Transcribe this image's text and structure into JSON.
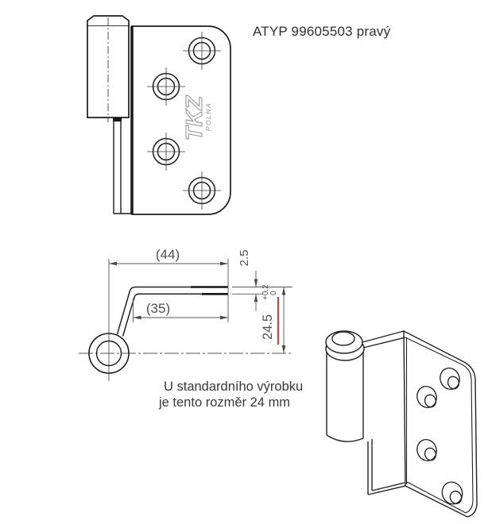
{
  "drawing": {
    "title": "ATYP 99605503 pravý",
    "note_line1": "U standardního výrobku",
    "note_line2": "je tento rozměr 24 mm",
    "logo": {
      "brand": "TKZ",
      "sub": "POLNA"
    },
    "dims": {
      "overall": "(44)",
      "leaf": "(35)",
      "thickness": "2.5",
      "height": "24.5",
      "tol_plus": "+0.2",
      "tol_zero": "0"
    },
    "colors": {
      "line": "#1c1c1c",
      "dim": "#4f4f4f",
      "highlight": "#bb4b4b"
    }
  }
}
